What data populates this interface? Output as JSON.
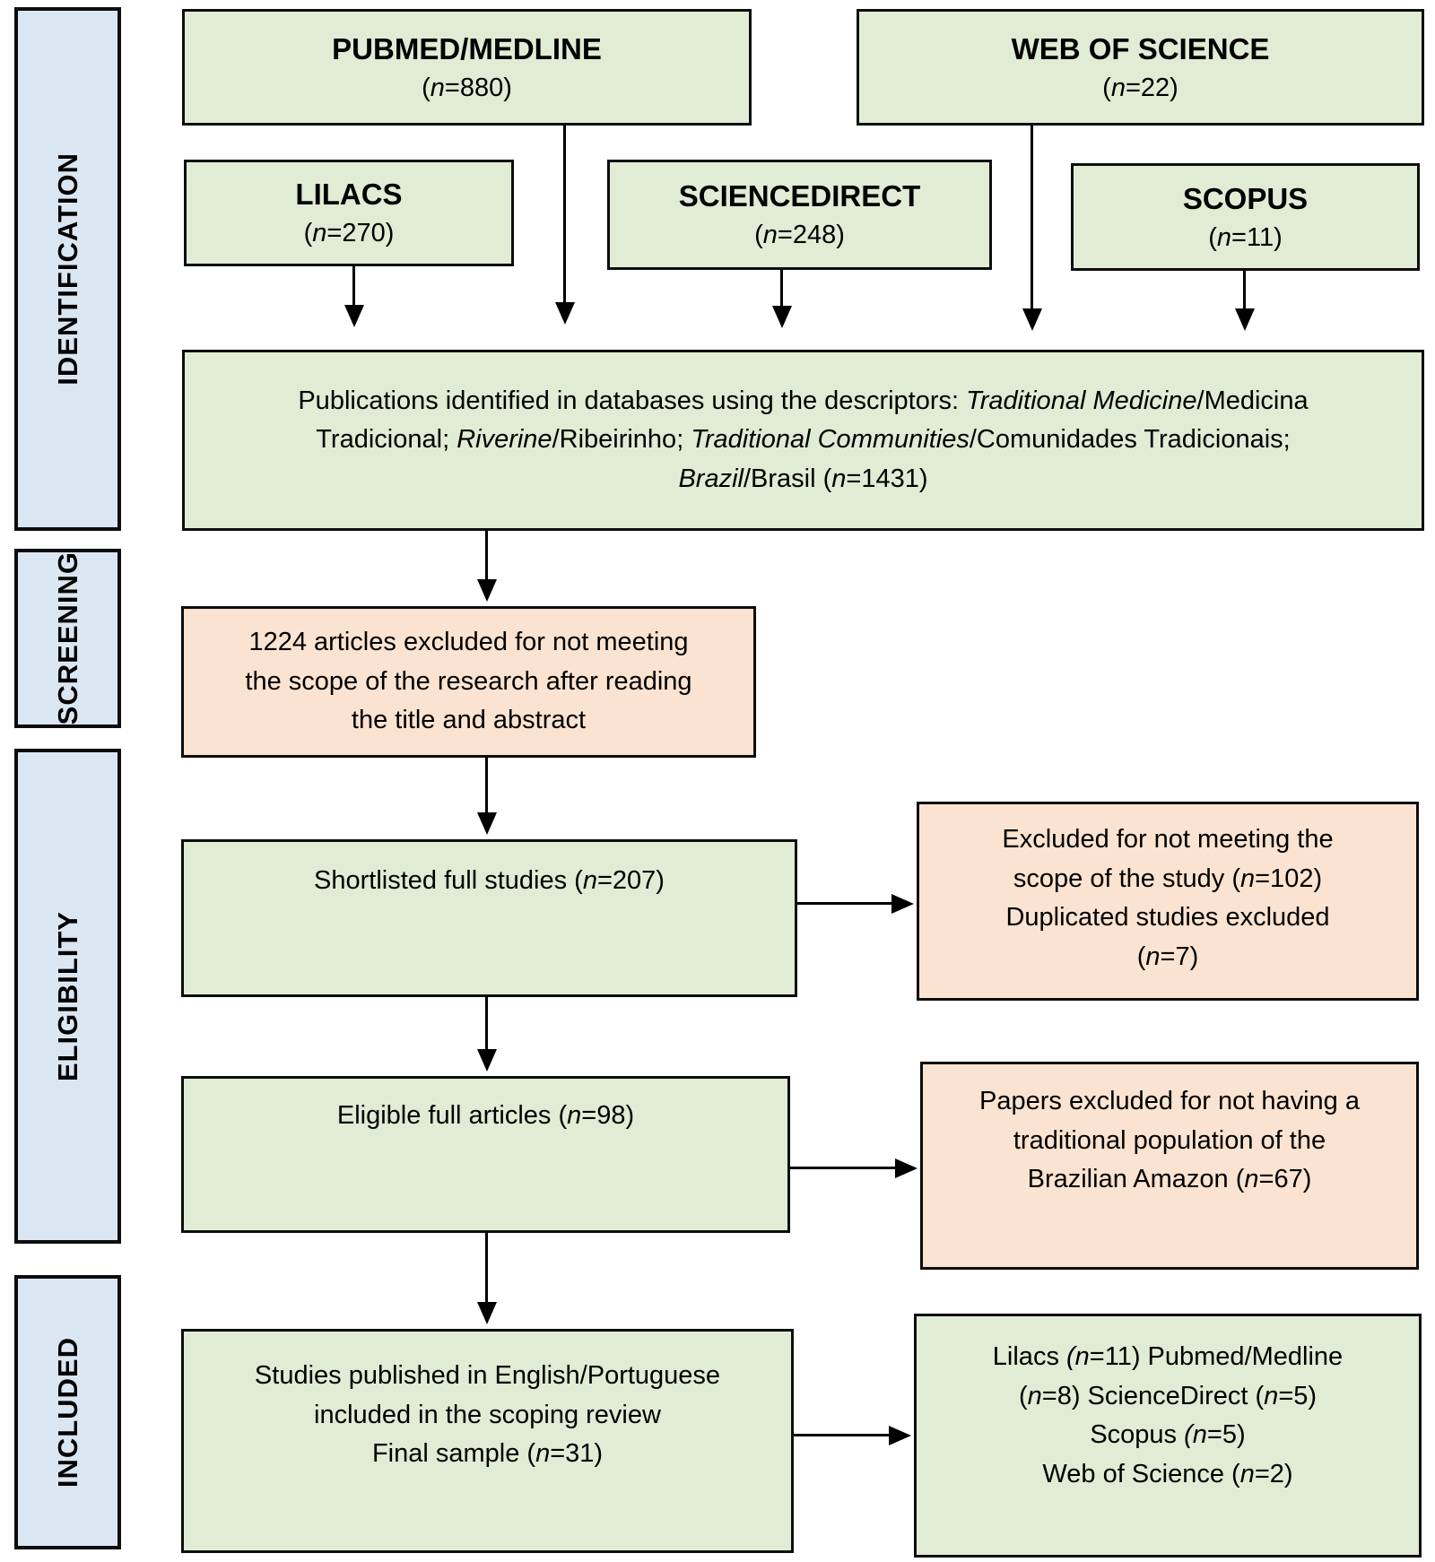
{
  "colors": {
    "box_green": "#e0ecd4",
    "box_pink": "#fbe3d1",
    "box_blue": "#dbe6f3",
    "border": "#0d0d0d",
    "arrow": "#000000",
    "background": "#ffffff"
  },
  "sidebar": {
    "items": [
      {
        "label": "IDENTIFICATION"
      },
      {
        "label": "SCREENING"
      },
      {
        "label": "ELIGIBILITY"
      },
      {
        "label": "INCLUDED"
      }
    ]
  },
  "boxes": {
    "pubmed": {
      "lines": [
        [
          {
            "t": "PUBMED/MEDLINE",
            "b": true
          }
        ],
        [
          {
            "t": "("
          },
          {
            "t": "n",
            "i": true
          },
          {
            "t": "=880)"
          }
        ]
      ]
    },
    "web_of_science": {
      "lines": [
        [
          {
            "t": "WEB OF SCIENCE",
            "b": true
          }
        ],
        [
          {
            "t": "("
          },
          {
            "t": "n",
            "i": true
          },
          {
            "t": "=22)"
          }
        ]
      ]
    },
    "lilacs": {
      "lines": [
        [
          {
            "t": "LILACS",
            "b": true
          }
        ],
        [
          {
            "t": "("
          },
          {
            "t": "n",
            "i": true
          },
          {
            "t": "=270)"
          }
        ]
      ]
    },
    "sciencedirect": {
      "lines": [
        [
          {
            "t": "SCIENCEDIRECT",
            "b": true
          }
        ],
        [
          {
            "t": "("
          },
          {
            "t": "n",
            "i": true
          },
          {
            "t": "=248)"
          }
        ]
      ]
    },
    "scopus": {
      "lines": [
        [
          {
            "t": "SCOPUS",
            "b": true
          }
        ],
        [
          {
            "t": "("
          },
          {
            "t": "n",
            "i": true
          },
          {
            "t": "=11)"
          }
        ]
      ]
    },
    "identified": {
      "lines": [
        [
          {
            "t": "Publications identified in databases using the descriptors: "
          },
          {
            "t": "Traditional Medicine",
            "i": true
          },
          {
            "t": "/Medicina"
          }
        ],
        [
          {
            "t": "Tradicional; "
          },
          {
            "t": "Riverine",
            "i": true
          },
          {
            "t": "/Ribeirinho; "
          },
          {
            "t": "Traditional Communities",
            "i": true
          },
          {
            "t": "/Comunidades Tradicionais;"
          }
        ],
        [
          {
            "t": "Brazil",
            "i": true
          },
          {
            "t": "/Brasil ("
          },
          {
            "t": "n",
            "i": true
          },
          {
            "t": "=1431)"
          }
        ]
      ]
    },
    "screening_excluded": {
      "lines": [
        [
          {
            "t": "1224 articles excluded for not meeting"
          }
        ],
        [
          {
            "t": "the scope of the research after reading"
          }
        ],
        [
          {
            "t": "the title and abstract"
          }
        ]
      ]
    },
    "shortlisted": {
      "lines": [
        [
          {
            "t": "Shortlisted full studies ("
          },
          {
            "t": "n",
            "i": true
          },
          {
            "t": "=207)"
          }
        ]
      ]
    },
    "excluded_scope": {
      "lines": [
        [
          {
            "t": "Excluded for not meeting the"
          }
        ],
        [
          {
            "t": "scope of the study ("
          },
          {
            "t": "n",
            "i": true
          },
          {
            "t": "=102)"
          }
        ],
        [
          {
            "t": "Duplicated studies excluded"
          }
        ],
        [
          {
            "t": "("
          },
          {
            "t": "n",
            "i": true
          },
          {
            "t": "=7)"
          }
        ]
      ]
    },
    "eligible": {
      "lines": [
        [
          {
            "t": "Eligible full articles ("
          },
          {
            "t": "n",
            "i": true
          },
          {
            "t": "=98)"
          }
        ]
      ]
    },
    "excluded_population": {
      "lines": [
        [
          {
            "t": "Papers excluded for not having a"
          }
        ],
        [
          {
            "t": "traditional population of the"
          }
        ],
        [
          {
            "t": "Brazilian Amazon ("
          },
          {
            "t": "n",
            "i": true
          },
          {
            "t": "=67)"
          }
        ]
      ]
    },
    "included_final": {
      "lines": [
        [
          {
            "t": "Studies published in English/Portuguese"
          }
        ],
        [
          {
            "t": "included in the scoping review"
          }
        ],
        [
          {
            "t": "Final sample ("
          },
          {
            "t": "n",
            "i": true
          },
          {
            "t": "=31)"
          }
        ]
      ]
    },
    "included_sources": {
      "lines": [
        [
          {
            "t": "Lilacs "
          },
          {
            "t": "(n",
            "i": true
          },
          {
            "t": "=11) Pubmed/Medline"
          }
        ],
        [
          {
            "t": "("
          },
          {
            "t": "n",
            "i": true
          },
          {
            "t": "=8) ScienceDirect ("
          },
          {
            "t": "n",
            "i": true
          },
          {
            "t": "=5)"
          }
        ],
        [
          {
            "t": "Scopus "
          },
          {
            "t": "(n",
            "i": true
          },
          {
            "t": "=5)"
          }
        ],
        [
          {
            "t": "Web of Science ("
          },
          {
            "t": "n",
            "i": true
          },
          {
            "t": "=2)"
          }
        ]
      ]
    }
  }
}
